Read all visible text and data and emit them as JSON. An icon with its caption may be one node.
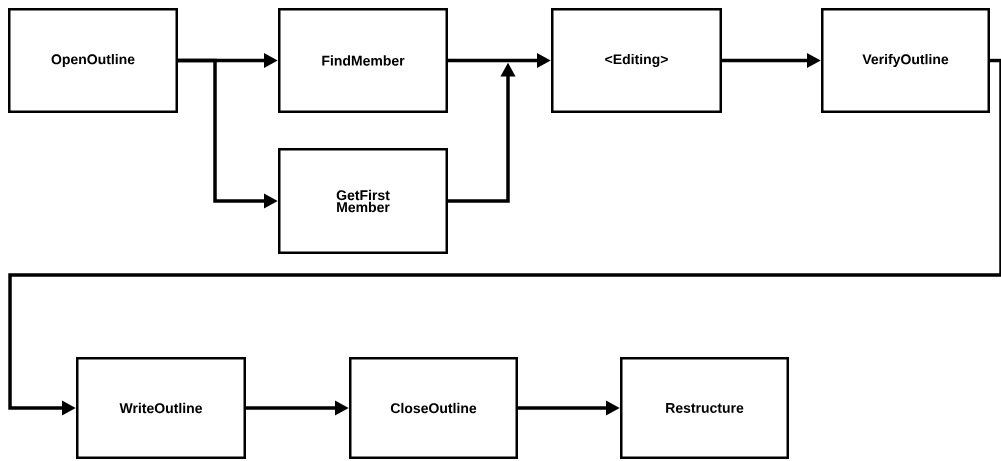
{
  "diagram": {
    "nodes": [
      {
        "text": [
          "OpenOutline"
        ]
      },
      {
        "text": [
          "FindMember"
        ]
      },
      {
        "text": [
          "GetFirst Member"
        ]
      },
      {
        "text": [
          "<Editing>"
        ]
      },
      {
        "text": [
          "VerifyOutline"
        ]
      },
      {
        "text": [
          "WriteOutline"
        ]
      },
      {
        "text": [
          "CloseOutline"
        ]
      },
      {
        "text": [
          "Restructure"
        ]
      }
    ],
    "edges": [
      {
        "from": 0,
        "to": 1,
        "arrow": "to"
      },
      {
        "from": 0,
        "to": 2,
        "arrow": "to"
      },
      {
        "from": 1,
        "to": 3,
        "arrow": "to"
      },
      {
        "from": 2,
        "to": 3,
        "arrow": "to"
      },
      {
        "from": 3,
        "to": 4,
        "arrow": "to"
      },
      {
        "from": 4,
        "to": 5,
        "arrow": "to"
      },
      {
        "from": 5,
        "to": 6,
        "arrow": "to"
      },
      {
        "from": 6,
        "to": 7,
        "arrow": "to"
      }
    ]
  }
}
